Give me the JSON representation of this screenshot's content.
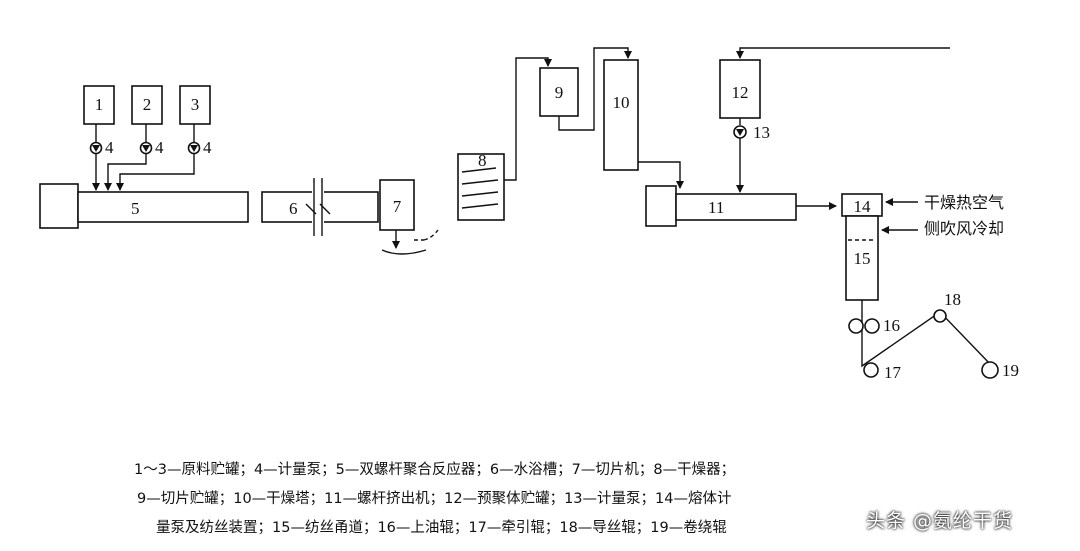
{
  "labels": {
    "n1": "1",
    "n2": "2",
    "n3": "3",
    "n4a": "4",
    "n4b": "4",
    "n4c": "4",
    "n5": "5",
    "n6": "6",
    "n7": "7",
    "n8": "8",
    "n9": "9",
    "n10": "10",
    "n11": "11",
    "n12": "12",
    "n13": "13",
    "n14": "14",
    "n15": "15",
    "n16": "16",
    "n17": "17",
    "n18": "18",
    "n19": "19",
    "hot_air": "干燥热空气",
    "cooling": "侧吹风冷却"
  },
  "legend": {
    "line1": "1～3—原料贮罐；4—计量泵；5—双螺杆聚合反应器；6—水浴槽；7—切片机；8—干燥器；",
    "line2": "9—切片贮罐；10—干燥塔；11—螺杆挤出机；12—预聚体贮罐；13—计量泵；14—熔体计",
    "line3": "量泵及纺丝装置；15—纺丝甬道；16—上油辊；17—牵引辊；18—导丝辊；19—卷绕辊"
  },
  "watermark": "头条 @氨纶干货"
}
